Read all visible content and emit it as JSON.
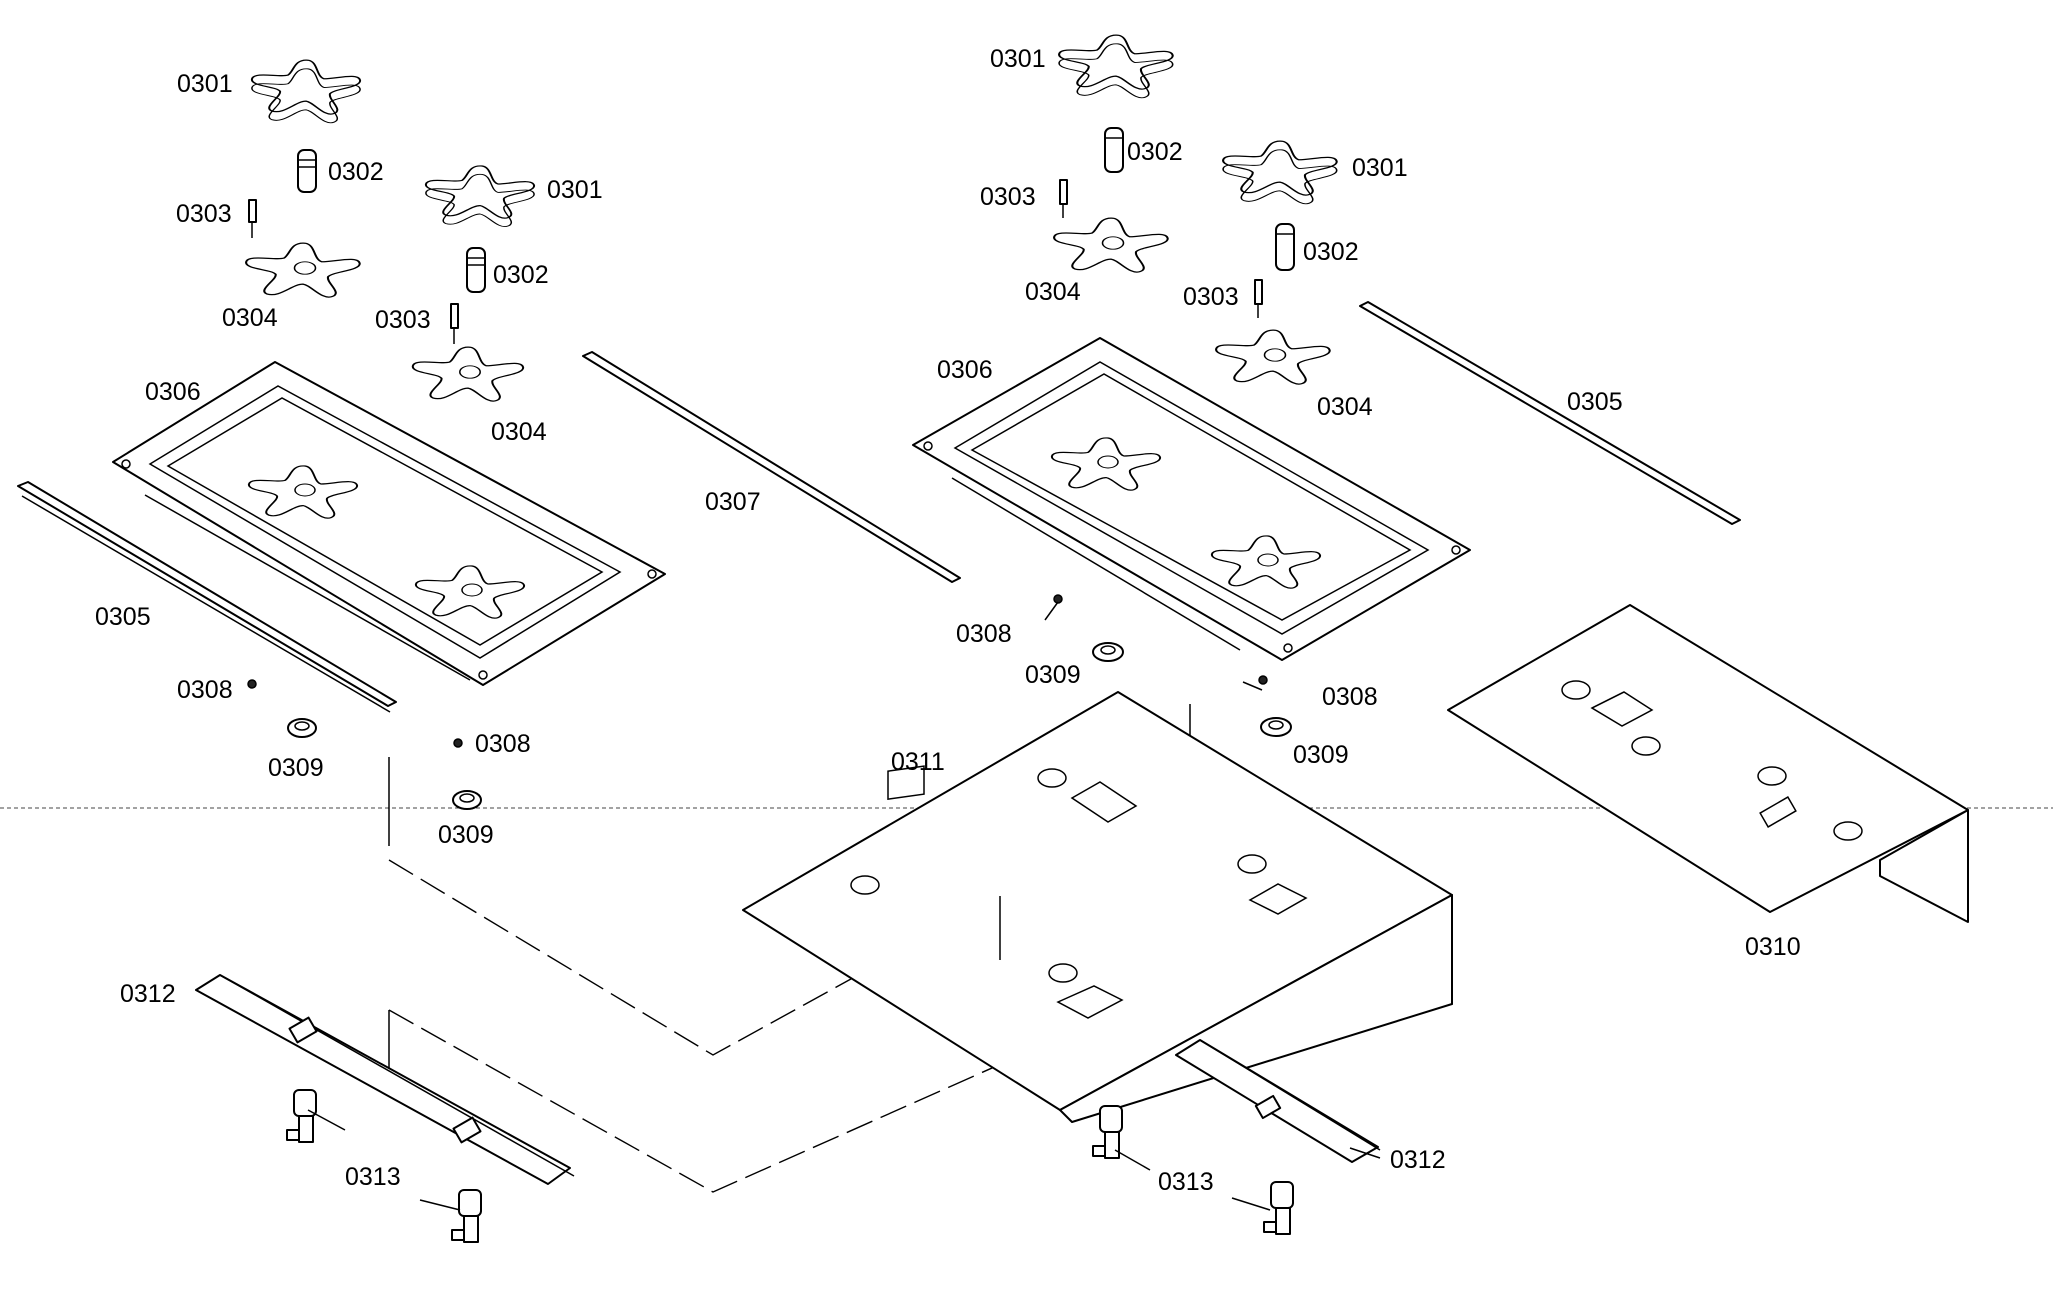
{
  "labels": {
    "l1": "0301",
    "l2": "0302",
    "l3": "0303",
    "l4": "0304",
    "l5": "0301",
    "l6": "0302",
    "l7": "0303",
    "l8": "0304",
    "l9": "0306",
    "l10": "0307",
    "l11": "0305",
    "l12": "0308",
    "l13": "0309",
    "l14": "0308",
    "l15": "0309",
    "l16": "0301",
    "l17": "0302",
    "l18": "0303",
    "l19": "0304",
    "l20": "0301",
    "l21": "0302",
    "l22": "0303",
    "l23": "0306",
    "l24": "0305",
    "l25": "0304",
    "l26": "0308",
    "l27": "0309",
    "l28": "0308",
    "l29": "0309",
    "l30": "0311",
    "l31": "0310",
    "l32": "0312",
    "l33": "0313",
    "l34": "0313",
    "l35": "0312"
  }
}
